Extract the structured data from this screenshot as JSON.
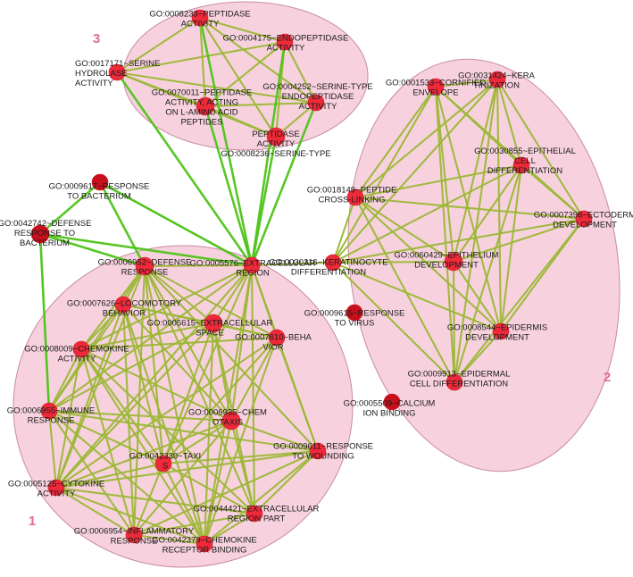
{
  "colors": {
    "node": "#ee2a3a",
    "node_dark": "#c8101c",
    "edge_olive": "#9cb737",
    "edge_green": "#4fc41a",
    "cluster_fill": "#f6cad8",
    "cluster_stroke": "#c98aa0",
    "cluster_label": "#e06c8e"
  },
  "clusters": [
    {
      "id": "c3",
      "label": "3"
    },
    {
      "id": "c2",
      "label": "2"
    },
    {
      "id": "c1",
      "label": "1"
    }
  ],
  "nodes": [
    {
      "id": "n3a",
      "lines": [
        "GO:0008233~PEPTIDASE",
        "ACTIVITY"
      ]
    },
    {
      "id": "n3b",
      "lines": [
        "GO:0004175~ENDOPEPTIDASE",
        "ACTIVITY"
      ]
    },
    {
      "id": "n3c",
      "lines": [
        "GO:0017171~SERINE",
        "HYDROLASE",
        "ACTIVITY"
      ]
    },
    {
      "id": "n3d",
      "lines": [
        "GO:0004252~SERINE-TYPE",
        "ENDOPEPTIDASE",
        "ACTIVITY"
      ]
    },
    {
      "id": "n3e",
      "lines": [
        "GO:0070011~PEPTIDASE",
        "ACTIVITY, ACTING",
        "ON L-AMINO ACID",
        "PEPTIDES"
      ]
    },
    {
      "id": "n3f",
      "lines": [
        "PEPTIDASE",
        "ACTIVITY",
        "GO:0008236~SERINE-TYPE"
      ]
    },
    {
      "id": "n2a",
      "lines": [
        "GO:0001533~CORNIFIED",
        "ENVELOPE"
      ]
    },
    {
      "id": "n2b",
      "lines": [
        "GO:0031424~KERA",
        "TINIZATION"
      ]
    },
    {
      "id": "n2c",
      "lines": [
        "GO:0030855~EPITHELIAL",
        "CELL",
        "DIFFERENTIATION"
      ]
    },
    {
      "id": "n2d",
      "lines": [
        "GO:0018149~PEPTIDE",
        "CROSS-LINKING"
      ]
    },
    {
      "id": "n2e",
      "lines": [
        "GO:0007398~ECTODERM",
        "DEVELOPMENT"
      ]
    },
    {
      "id": "n2f",
      "lines": [
        "GO:0060429~EPITHELIUM",
        "DEVELOPMENT"
      ]
    },
    {
      "id": "n2g",
      "lines": [
        "GO:0030216~KERATINOCYTE",
        "DIFFERENTIATION"
      ]
    },
    {
      "id": "n2h",
      "lines": [
        "GO:0008544~EPIDERMIS",
        "DEVELOPMENT"
      ]
    },
    {
      "id": "n2i",
      "lines": [
        "GO:0009913~EPIDERMAL",
        "CELL  DIFFERENTIATION"
      ]
    },
    {
      "id": "nvir",
      "lines": [
        "GO:0009615~RESPONSE",
        "TO VIRUS"
      ]
    },
    {
      "id": "ncal",
      "lines": [
        "GO:0005509~CALCIUM",
        "ION BINDING"
      ]
    },
    {
      "id": "nbac",
      "lines": [
        "GO:0009617~RESPONSE",
        "TO BACTERIUM"
      ]
    },
    {
      "id": "ndbac",
      "lines": [
        "GO:0042742~DEFENSE",
        "RESPONSE TO",
        "BACTERIUM"
      ]
    },
    {
      "id": "n1def",
      "lines": [
        "GO:0006952~DEFENSE",
        "RESPONSE"
      ]
    },
    {
      "id": "n1ecr",
      "lines": [
        "GO:0005576~EXTRACELLULAR",
        "REGION"
      ]
    },
    {
      "id": "n1loc",
      "lines": [
        "GO:0007626~LOCOMOTORY",
        "BEHAVIOR"
      ]
    },
    {
      "id": "n1ecs",
      "lines": [
        "GO:0005615~EXTRACELLULAR",
        "SPACE"
      ]
    },
    {
      "id": "n1beh",
      "lines": [
        "GO:0007610~BEHA",
        "VIOR"
      ]
    },
    {
      "id": "n1chk",
      "lines": [
        "GO:0008009~CHEMOKINE",
        "ACTIVITY"
      ]
    },
    {
      "id": "n1imm",
      "lines": [
        "GO:0006955~IMMUNE",
        "RESPONSE"
      ]
    },
    {
      "id": "n1cht",
      "lines": [
        "GO:0006935~CHEM",
        "OTAXIS"
      ]
    },
    {
      "id": "n1wnd",
      "lines": [
        "GO:0009611~RESPONSE",
        "TO WOUNDING"
      ]
    },
    {
      "id": "n1tax",
      "lines": [
        "GO:0042330~TAXI",
        "S"
      ]
    },
    {
      "id": "n1cyt",
      "lines": [
        "GO:0005125~CYTOKINE",
        "ACTIVITY"
      ]
    },
    {
      "id": "n1ecp",
      "lines": [
        "GO:0044421~EXTRACELLULAR",
        "REGION PART"
      ]
    },
    {
      "id": "n1inf",
      "lines": [
        "GO:0006954~INFLAMMATORY",
        "RESPONSE"
      ]
    },
    {
      "id": "n1crb",
      "lines": [
        "GO:0042379~CHEMOKINE",
        "RECEPTOR BINDING"
      ]
    }
  ],
  "edges": [
    [
      "n3a",
      "n3b",
      "olive"
    ],
    [
      "n3a",
      "n3c",
      "olive"
    ],
    [
      "n3a",
      "n3d",
      "olive"
    ],
    [
      "n3a",
      "n3e",
      "olive"
    ],
    [
      "n3a",
      "n3f",
      "olive"
    ],
    [
      "n3b",
      "n3c",
      "olive"
    ],
    [
      "n3b",
      "n3d",
      "olive"
    ],
    [
      "n3b",
      "n3e",
      "olive"
    ],
    [
      "n3b",
      "n3f",
      "olive"
    ],
    [
      "n3c",
      "n3d",
      "olive"
    ],
    [
      "n3c",
      "n3e",
      "olive"
    ],
    [
      "n3c",
      "n3f",
      "olive"
    ],
    [
      "n3d",
      "n3e",
      "olive"
    ],
    [
      "n3d",
      "n3f",
      "olive"
    ],
    [
      "n3e",
      "n3f",
      "olive"
    ],
    [
      "n3a",
      "n1ecr",
      "green"
    ],
    [
      "n3b",
      "n1ecr",
      "green"
    ],
    [
      "n3c",
      "n1ecr",
      "green"
    ],
    [
      "n3d",
      "n1ecr",
      "green"
    ],
    [
      "n3e",
      "n1ecr",
      "green"
    ],
    [
      "n3f",
      "n1ecr",
      "green"
    ],
    [
      "n2a",
      "n2b",
      "olive"
    ],
    [
      "n2a",
      "n2c",
      "olive"
    ],
    [
      "n2a",
      "n2d",
      "olive"
    ],
    [
      "n2a",
      "n2e",
      "olive"
    ],
    [
      "n2a",
      "n2f",
      "olive"
    ],
    [
      "n2a",
      "n2g",
      "olive"
    ],
    [
      "n2a",
      "n2h",
      "olive"
    ],
    [
      "n2a",
      "n2i",
      "olive"
    ],
    [
      "n2b",
      "n2c",
      "olive"
    ],
    [
      "n2b",
      "n2d",
      "olive"
    ],
    [
      "n2b",
      "n2e",
      "olive"
    ],
    [
      "n2b",
      "n2f",
      "olive"
    ],
    [
      "n2b",
      "n2g",
      "olive"
    ],
    [
      "n2b",
      "n2h",
      "olive"
    ],
    [
      "n2b",
      "n2i",
      "olive"
    ],
    [
      "n2c",
      "n2d",
      "olive"
    ],
    [
      "n2c",
      "n2e",
      "olive"
    ],
    [
      "n2c",
      "n2f",
      "olive"
    ],
    [
      "n2c",
      "n2g",
      "olive"
    ],
    [
      "n2c",
      "n2h",
      "olive"
    ],
    [
      "n2c",
      "n2i",
      "olive"
    ],
    [
      "n2d",
      "n2e",
      "olive"
    ],
    [
      "n2d",
      "n2f",
      "olive"
    ],
    [
      "n2d",
      "n2g",
      "olive"
    ],
    [
      "n2d",
      "n2h",
      "olive"
    ],
    [
      "n2d",
      "n2i",
      "olive"
    ],
    [
      "n2e",
      "n2f",
      "olive"
    ],
    [
      "n2e",
      "n2g",
      "olive"
    ],
    [
      "n2e",
      "n2h",
      "olive"
    ],
    [
      "n2e",
      "n2i",
      "olive"
    ],
    [
      "n2f",
      "n2g",
      "olive"
    ],
    [
      "n2f",
      "n2h",
      "olive"
    ],
    [
      "n2f",
      "n2i",
      "olive"
    ],
    [
      "n2g",
      "n2h",
      "olive"
    ],
    [
      "n2g",
      "n2i",
      "olive"
    ],
    [
      "n2h",
      "n2i",
      "olive"
    ],
    [
      "n2g",
      "n1ecr",
      "olive"
    ],
    [
      "nbac",
      "ndbac",
      "green"
    ],
    [
      "nbac",
      "n1def",
      "green"
    ],
    [
      "ndbac",
      "n1def",
      "green"
    ],
    [
      "ndbac",
      "n1ecr",
      "green"
    ],
    [
      "nbac",
      "n1ecr",
      "green"
    ],
    [
      "ndbac",
      "n1imm",
      "green"
    ],
    [
      "n1def",
      "n1ecr",
      "olive"
    ],
    [
      "n1def",
      "n1loc",
      "olive"
    ],
    [
      "n1def",
      "n1ecs",
      "olive"
    ],
    [
      "n1def",
      "n1beh",
      "olive"
    ],
    [
      "n1def",
      "n1chk",
      "olive"
    ],
    [
      "n1def",
      "n1imm",
      "olive"
    ],
    [
      "n1def",
      "n1cht",
      "olive"
    ],
    [
      "n1def",
      "n1wnd",
      "olive"
    ],
    [
      "n1def",
      "n1tax",
      "olive"
    ],
    [
      "n1def",
      "n1cyt",
      "olive"
    ],
    [
      "n1def",
      "n1ecp",
      "olive"
    ],
    [
      "n1def",
      "n1inf",
      "olive"
    ],
    [
      "n1def",
      "n1crb",
      "olive"
    ],
    [
      "n1ecr",
      "n1ecs",
      "olive"
    ],
    [
      "n1ecr",
      "n1beh",
      "olive"
    ],
    [
      "n1ecr",
      "n1chk",
      "olive"
    ],
    [
      "n1ecr",
      "n1cht",
      "olive"
    ],
    [
      "n1ecr",
      "n1wnd",
      "olive"
    ],
    [
      "n1ecr",
      "n1tax",
      "olive"
    ],
    [
      "n1ecr",
      "n1cyt",
      "olive"
    ],
    [
      "n1ecr",
      "n1ecp",
      "olive"
    ],
    [
      "n1ecr",
      "n1crb",
      "olive"
    ],
    [
      "n1ecr",
      "n1imm",
      "olive"
    ],
    [
      "n1loc",
      "n1ecs",
      "olive"
    ],
    [
      "n1loc",
      "n1beh",
      "olive"
    ],
    [
      "n1loc",
      "n1chk",
      "olive"
    ],
    [
      "n1loc",
      "n1imm",
      "olive"
    ],
    [
      "n1loc",
      "n1cht",
      "olive"
    ],
    [
      "n1loc",
      "n1tax",
      "olive"
    ],
    [
      "n1loc",
      "n1cyt",
      "olive"
    ],
    [
      "n1loc",
      "n1inf",
      "olive"
    ],
    [
      "n1loc",
      "n1crb",
      "olive"
    ],
    [
      "n1ecs",
      "n1beh",
      "olive"
    ],
    [
      "n1ecs",
      "n1chk",
      "olive"
    ],
    [
      "n1ecs",
      "n1cht",
      "olive"
    ],
    [
      "n1ecs",
      "n1tax",
      "olive"
    ],
    [
      "n1ecs",
      "n1cyt",
      "olive"
    ],
    [
      "n1ecs",
      "n1ecp",
      "olive"
    ],
    [
      "n1ecs",
      "n1crb",
      "olive"
    ],
    [
      "n1ecs",
      "n1imm",
      "olive"
    ],
    [
      "n1beh",
      "n1chk",
      "olive"
    ],
    [
      "n1beh",
      "n1cht",
      "olive"
    ],
    [
      "n1beh",
      "n1tax",
      "olive"
    ],
    [
      "n1beh",
      "n1wnd",
      "olive"
    ],
    [
      "n1beh",
      "n1cyt",
      "olive"
    ],
    [
      "n1beh",
      "n1crb",
      "olive"
    ],
    [
      "n1chk",
      "n1imm",
      "olive"
    ],
    [
      "n1chk",
      "n1cht",
      "olive"
    ],
    [
      "n1chk",
      "n1tax",
      "olive"
    ],
    [
      "n1chk",
      "n1cyt",
      "olive"
    ],
    [
      "n1chk",
      "n1inf",
      "olive"
    ],
    [
      "n1chk",
      "n1crb",
      "olive"
    ],
    [
      "n1chk",
      "n1ecp",
      "olive"
    ],
    [
      "n1imm",
      "n1cht",
      "olive"
    ],
    [
      "n1imm",
      "n1tax",
      "olive"
    ],
    [
      "n1imm",
      "n1cyt",
      "olive"
    ],
    [
      "n1imm",
      "n1inf",
      "olive"
    ],
    [
      "n1imm",
      "n1crb",
      "olive"
    ],
    [
      "n1imm",
      "n1wnd",
      "olive"
    ],
    [
      "n1cht",
      "n1tax",
      "olive"
    ],
    [
      "n1cht",
      "n1wnd",
      "olive"
    ],
    [
      "n1cht",
      "n1cyt",
      "olive"
    ],
    [
      "n1cht",
      "n1ecp",
      "olive"
    ],
    [
      "n1cht",
      "n1inf",
      "olive"
    ],
    [
      "n1cht",
      "n1crb",
      "olive"
    ],
    [
      "n1wnd",
      "n1tax",
      "olive"
    ],
    [
      "n1wnd",
      "n1ecp",
      "olive"
    ],
    [
      "n1wnd",
      "n1inf",
      "olive"
    ],
    [
      "n1wnd",
      "n1crb",
      "olive"
    ],
    [
      "n1wnd",
      "n1cyt",
      "olive"
    ],
    [
      "n1tax",
      "n1cyt",
      "olive"
    ],
    [
      "n1tax",
      "n1ecp",
      "olive"
    ],
    [
      "n1tax",
      "n1inf",
      "olive"
    ],
    [
      "n1tax",
      "n1crb",
      "olive"
    ],
    [
      "n1cyt",
      "n1ecp",
      "olive"
    ],
    [
      "n1cyt",
      "n1inf",
      "olive"
    ],
    [
      "n1cyt",
      "n1crb",
      "olive"
    ],
    [
      "n1ecp",
      "n1inf",
      "olive"
    ],
    [
      "n1ecp",
      "n1crb",
      "olive"
    ],
    [
      "n1inf",
      "n1crb",
      "olive"
    ]
  ]
}
